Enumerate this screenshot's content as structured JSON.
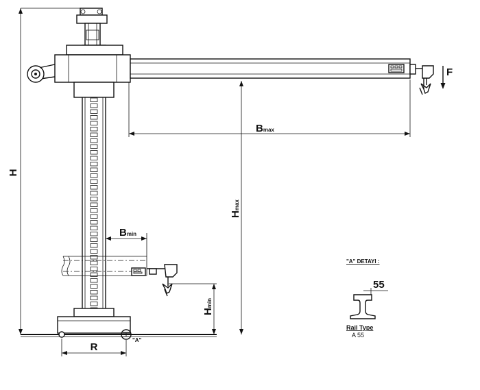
{
  "labels": {
    "H": "H",
    "B_max_main": "B",
    "B_max_sub": "max",
    "H_max_main": "H",
    "H_max_sub": "max",
    "B_min_main": "B",
    "B_min_sub": "min",
    "H_min_main": "H",
    "H_min_sub": "min",
    "R": "R",
    "F": "F",
    "A_marker": "\"A\"",
    "detail_title": "\"A\" DETAYI :",
    "detail_dim": "55",
    "rail_type": "Rail Type",
    "rail_model": "A 55"
  }
}
